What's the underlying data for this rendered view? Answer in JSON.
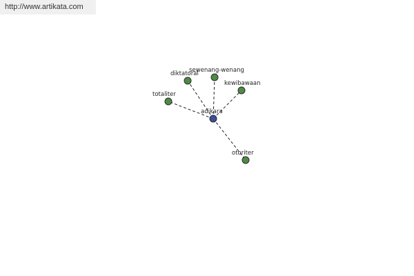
{
  "source_url": "http://www.artikata.com",
  "colors": {
    "center_node": "#3a4e9a",
    "leaf_node": "#4f8a46",
    "edge": "#222222"
  },
  "graph": {
    "center": {
      "id": "adikara",
      "label": "adikara"
    },
    "nodes": [
      {
        "id": "diktatoral",
        "label": "diktatoral"
      },
      {
        "id": "sewenang-wenang",
        "label": "sewenang-wenang"
      },
      {
        "id": "kewibawaan",
        "label": "kewibawaan"
      },
      {
        "id": "totaliter",
        "label": "totaliter"
      },
      {
        "id": "otoriter",
        "label": "otoriter"
      }
    ],
    "edges": [
      {
        "from": "adikara",
        "to": "diktatoral"
      },
      {
        "from": "adikara",
        "to": "sewenang-wenang"
      },
      {
        "from": "adikara",
        "to": "kewibawaan"
      },
      {
        "from": "adikara",
        "to": "totaliter"
      },
      {
        "from": "adikara",
        "to": "otoriter"
      }
    ]
  }
}
